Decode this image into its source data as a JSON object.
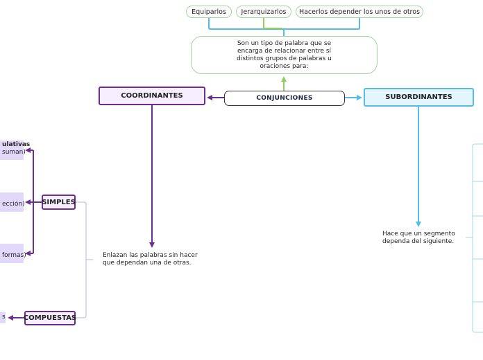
{
  "pills": [
    "Equiparlos",
    "Jerarquizarlos",
    "Hacerlos depender los unos de otros"
  ],
  "definition": "Son un tipo de palabra que se encarga de relacionar entre sí distintos grupos de palabras u oraciones para:",
  "central": "CONJUNCIONES",
  "coordinantes": "COORDINANTES",
  "subordinantes": "SUBORDINANTES",
  "coord_desc": "Enlazan las palabras sin hacer que dependan una de otras.",
  "sub_desc": "Hace que un segmento dependa del siguiente.",
  "simples": "SIMPLES",
  "compuestas": "COMPUESTAS",
  "leaves": {
    "leaf1_title": "ulativas",
    "leaf1_sub": "suman)",
    "leaf2": "ección)",
    "leaf3": "formas)",
    "leaf4": "s"
  },
  "colors": {
    "purple": "#6a2f8e",
    "blue": "#55bce8",
    "green": "#8fcf5c",
    "light_purple_line": "#c8a8dd"
  }
}
